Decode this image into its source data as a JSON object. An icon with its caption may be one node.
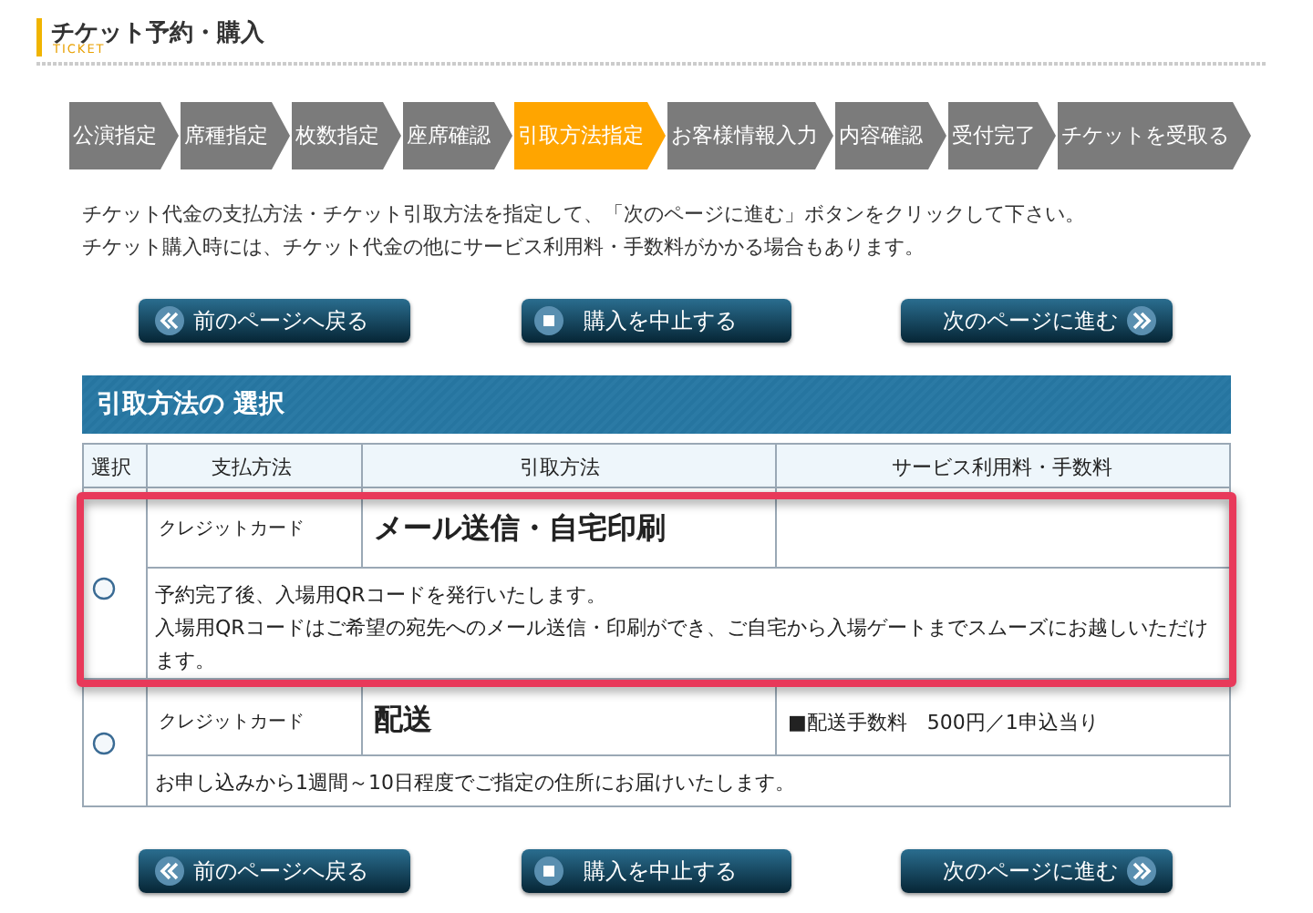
{
  "diagram": {
    "title": "チケット予約・購入",
    "nodes": [
      {
        "text": [
          "公演指定"
        ]
      },
      {
        "text": [
          "席種指定"
        ]
      },
      {
        "text": [
          "枚数指定"
        ]
      },
      {
        "text": [
          "座席確認"
        ]
      },
      {
        "text": [
          "引取方法指定"
        ]
      },
      {
        "text": [
          "お客様情報入力"
        ]
      },
      {
        "text": [
          "内容確認"
        ]
      },
      {
        "text": [
          "受付完了"
        ]
      },
      {
        "text": [
          "チケットを受取る"
        ]
      }
    ],
    "labels": [
      "TICKET",
      "チケット代金の支払方法・チケット引取方法を指定して、「次のページに進む」ボタンをクリックして下さい。",
      "チケット購入時には、チケット代金の他にサービス利用料・手数料がかかる場合もあります。",
      "前のページへ戻る",
      "購入を中止する",
      "次のページに進む",
      "引取方法の 選択",
      "選択",
      "支払方法",
      "引取方法",
      "サービス利用料・手数料",
      "クレジットカード",
      "メール送信・自宅印刷",
      "予約完了後、入場用QRコードを発行いたします。",
      "入場用QRコードはご希望の宛先へのメール送信・印刷ができ、ご自宅から入場ゲートまでスムーズにお越しいただけます。",
      "クレジットカード",
      "配送",
      "■配送手数料　500円／1申込当り",
      "お申し込みから1週間～10日程度でご指定の住所にお届けいたします。",
      "前のページへ戻る",
      "購入を中止する",
      "次のページに進む"
    ]
  }
}
